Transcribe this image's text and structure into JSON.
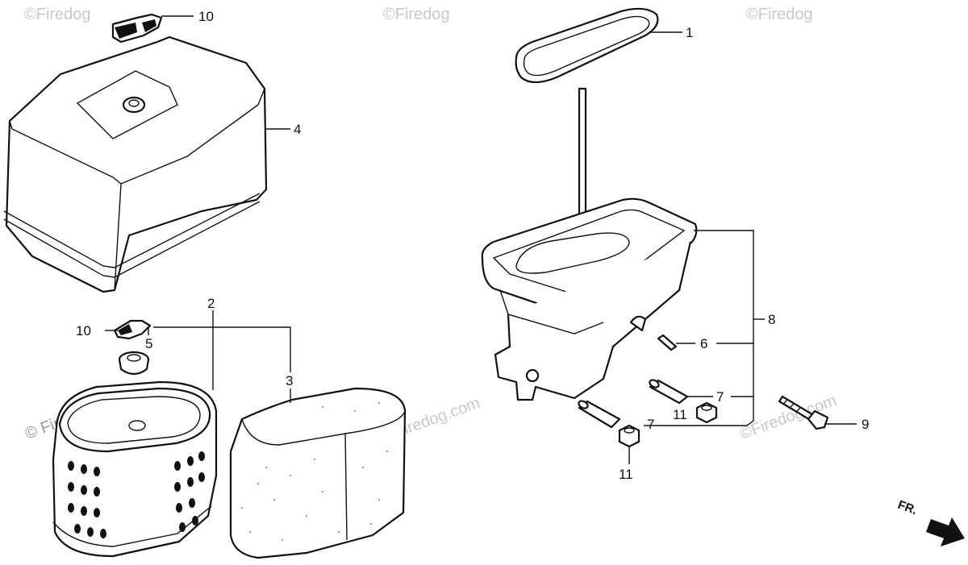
{
  "watermarks": [
    "©Firedog",
    "©Firedog",
    "©Firedog",
    "© Firedog.com",
    "©Firedog.com",
    "©Firedog.com"
  ],
  "callouts": {
    "c1": "1",
    "c2": "2",
    "c3": "3",
    "c4": "4",
    "c5": "5",
    "c6": "6",
    "c7a": "7",
    "c7b": "7",
    "c8": "8",
    "c9": "9",
    "c10a": "10",
    "c10b": "10",
    "c11a": "11",
    "c11b": "11"
  },
  "direction_marker": "FR.",
  "icons": {
    "front_arrow": "arrow-right-icon"
  }
}
